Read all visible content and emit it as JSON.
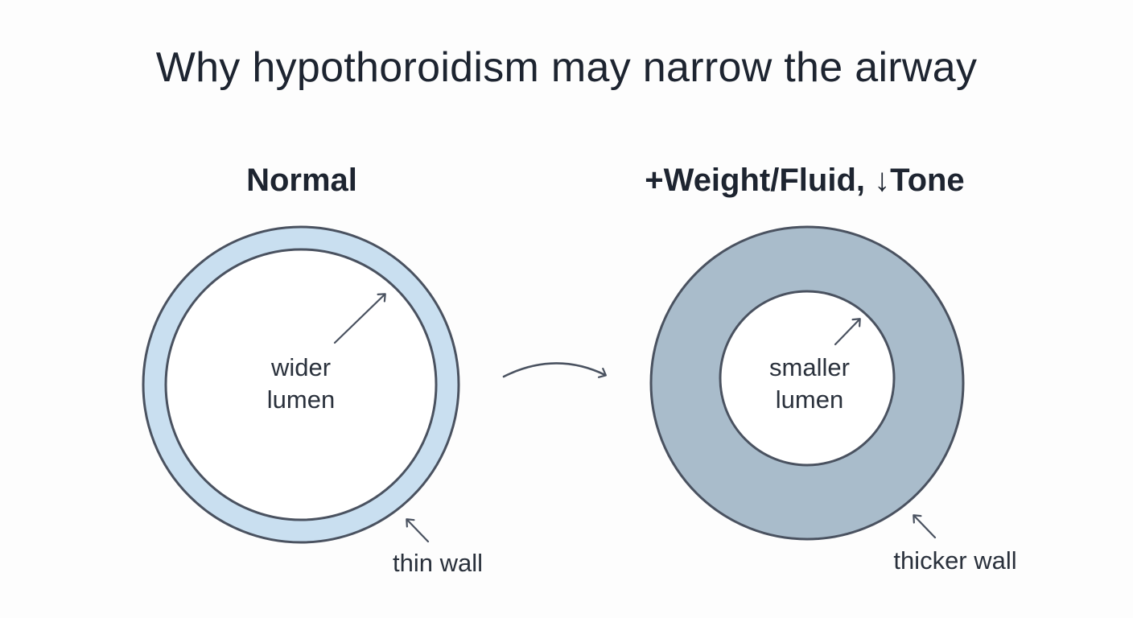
{
  "title": "Why hypothoroidism may narrow the airway",
  "panels": {
    "left": {
      "heading": "Normal",
      "lumen_line1": "wider",
      "lumen_line2": "lumen",
      "wall_label": "thin wall"
    },
    "right": {
      "heading": "+Weight/Fluid, ↓Tone",
      "lumen_line1": "smaller",
      "lumen_line2": "lumen",
      "wall_label": "thicker wall"
    }
  },
  "colors": {
    "normal_wall": "#c9dff0",
    "thick_wall": "#a9bccb",
    "outline": "#4a5260",
    "lumen": "#ffffff",
    "text": "#1d2430"
  }
}
